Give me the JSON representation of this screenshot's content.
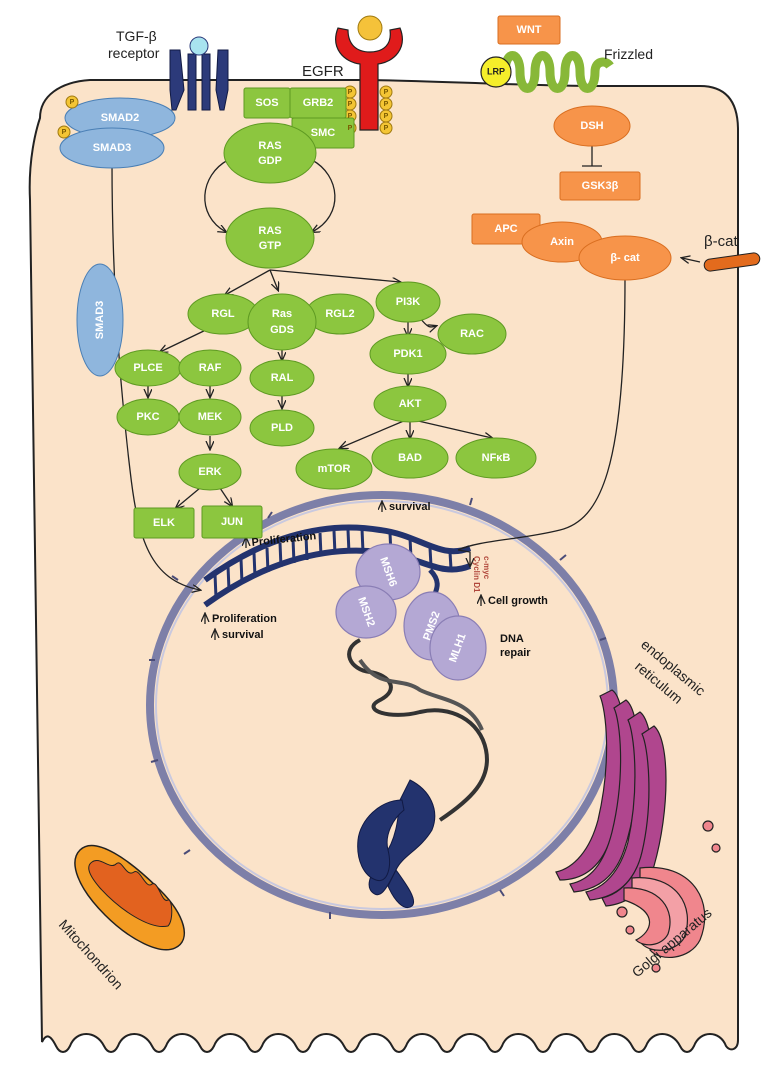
{
  "colors": {
    "cytoplasm": "#fbe3c9",
    "membrane": "#222222",
    "green": "#8cc63f",
    "green_stroke": "#5e9a22",
    "orange": "#f7944a",
    "orange_stroke": "#d96e20",
    "blue": "#8fb6dd",
    "blue_stroke": "#4a7fb5",
    "nucleus": "#fbe3c9",
    "nucleus_stroke": "#7d7fa8",
    "mmr": "#b4a8d4",
    "dna": "#23336e",
    "er": "#b0468e",
    "golgi": "#f0868d",
    "mito": "#f39c23",
    "mito_inner": "#e2621f",
    "egfr": "#e01b1b",
    "tgf": "#2c3a7a",
    "lrp": "#f5ee2a",
    "frizzled": "#88b838",
    "phospho": "#f4c534",
    "gene_text": "#b0463a"
  },
  "labels": {
    "tgf_receptor": [
      "TGF-β",
      "receptor"
    ],
    "egfr": "EGFR",
    "frizzled": "Frizzled",
    "beta_cat_outside": "β-cat",
    "mitochondrion": "Mitochondrion",
    "er": [
      "endoplasmic",
      "reticulum"
    ],
    "golgi": "Golgi apparatus",
    "dna_repair": [
      "DNA",
      "repair"
    ],
    "survival_top": "survival",
    "proliferation_top": "Proliferation",
    "proliferation_bottom": "Proliferation",
    "survival_bottom": "survival",
    "cell_growth": "Cell growth",
    "cmyc": "c-myc",
    "cyclin": "Cyclin D1",
    "phospho": "P"
  },
  "nodes": {
    "sos": "SOS",
    "grb2": "GRB2",
    "smc": "SMC",
    "ras_gdp": [
      "RAS",
      "GDP"
    ],
    "ras_gtp": [
      "RAS",
      "GTP"
    ],
    "rgl": "RGL",
    "ras_gds": [
      "Ras",
      "GDS"
    ],
    "rgl2": "RGL2",
    "pi3k": "PI3K",
    "rac": "RAC",
    "pdk1": "PDK1",
    "plce": "PLCE",
    "raf": "RAF",
    "ral": "RAL",
    "pkc": "PKC",
    "mek": "MEK",
    "pld": "PLD",
    "akt": "AKT",
    "erk": "ERK",
    "mtor": "mTOR",
    "bad": "BAD",
    "nfkb": "NFκB",
    "elk": "ELK",
    "jun": "JUN",
    "smad2": "SMAD2",
    "smad3_top": "SMAD3",
    "smad3_side": "SMAD3",
    "wnt": "WNT",
    "lrp": "LRP",
    "dsh": "DSH",
    "gsk3b": "GSK3β",
    "apc": "APC",
    "axin": "Axin",
    "beta_cat": "β- cat",
    "msh6": "MSH6",
    "msh2": "MSH2",
    "pms2": "PMS2",
    "mlh1": "MLH1"
  }
}
